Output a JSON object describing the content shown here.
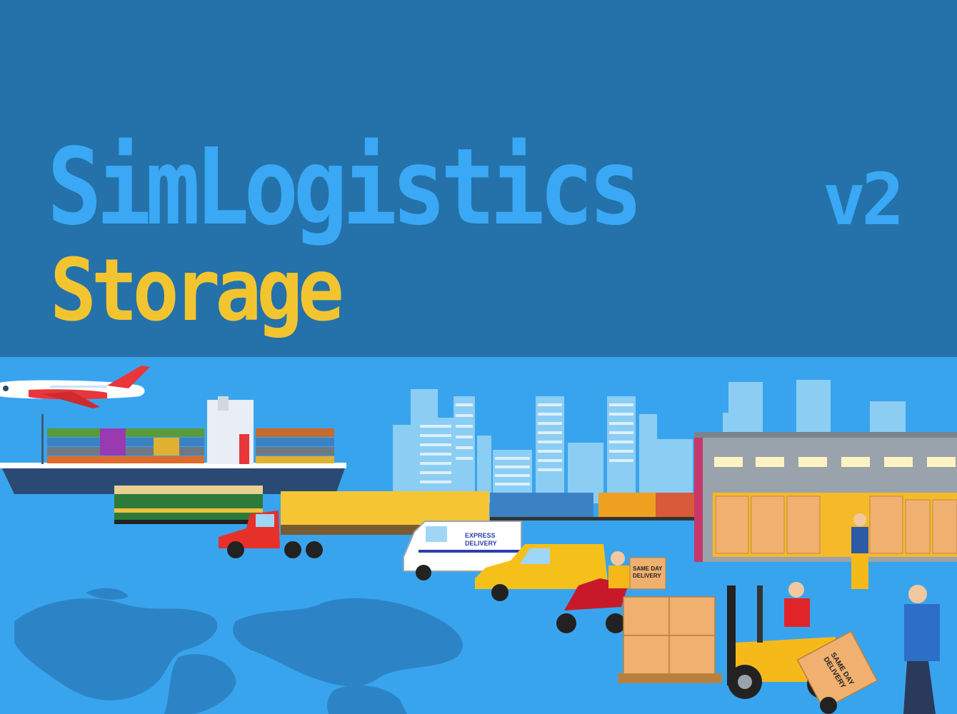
{
  "title": {
    "main": "SimLogistics",
    "version": "v2",
    "subtitle": "Storage"
  },
  "scene": {
    "van_label_line1": "EXPRESS",
    "van_label_line2": "DELIVERY",
    "moto_box_line1": "SAME DAY",
    "moto_box_line2": "DELIVERY",
    "trolley_box_line1": "SAME DAY",
    "trolley_box_line2": "DELIVERY"
  },
  "colors": {
    "header_bg": "#2472a9",
    "title_blue": "#3aa8f5",
    "title_yellow": "#f2c530",
    "scene_bg": "#39a4ee"
  },
  "icons": [
    "airplane-icon",
    "cargo-ship-icon",
    "locomotive-icon",
    "semi-truck-icon",
    "delivery-van-icon",
    "taxi-car-icon",
    "motorcycle-icon",
    "forklift-icon",
    "warehouse-icon",
    "worker-icon",
    "hand-truck-icon"
  ]
}
